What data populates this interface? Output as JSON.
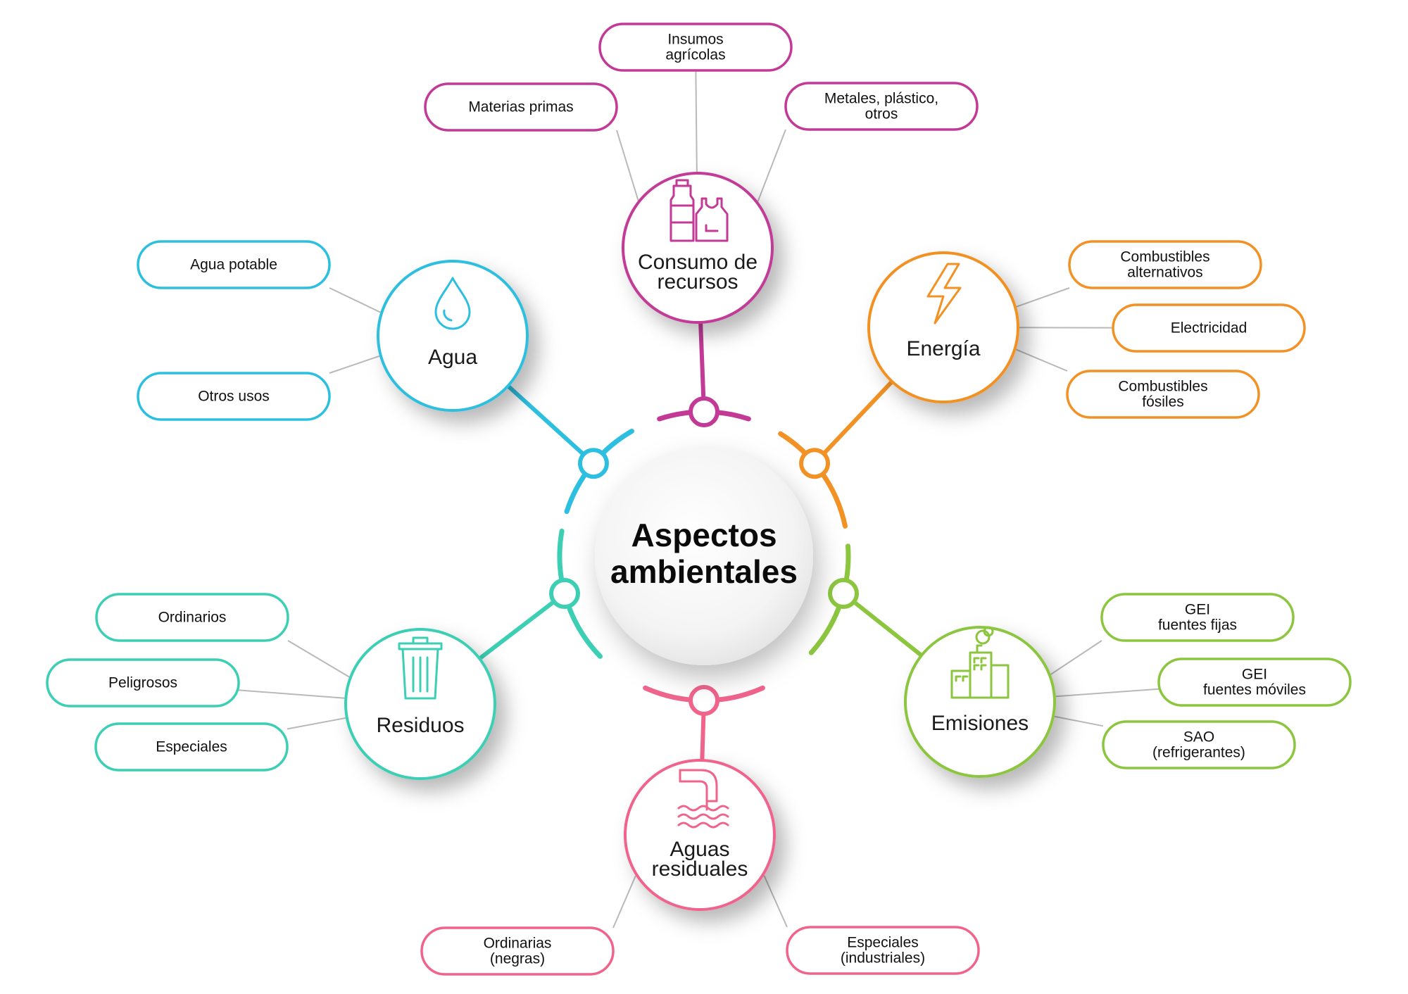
{
  "center": {
    "lines": [
      "Aspectos",
      "ambientales"
    ]
  },
  "categories": [
    {
      "id": "consumo",
      "lines": [
        "Consumo de",
        "recursos"
      ],
      "color": "#c23a96",
      "icon": "bottle-bag-icon",
      "items": [
        {
          "lines": [
            "Materias primas"
          ]
        },
        {
          "lines": [
            "Insumos",
            "agrícolas"
          ]
        },
        {
          "lines": [
            "Metales, plástico,",
            "otros"
          ]
        }
      ]
    },
    {
      "id": "energia",
      "lines": [
        "Energía"
      ],
      "color": "#f29124",
      "icon": "lightning-bolt-icon",
      "items": [
        {
          "lines": [
            "Combustibles",
            "alternativos"
          ]
        },
        {
          "lines": [
            "Electricidad"
          ]
        },
        {
          "lines": [
            "Combustibles",
            "fósiles"
          ]
        }
      ]
    },
    {
      "id": "emisiones",
      "lines": [
        "Emisiones"
      ],
      "color": "#8cc63f",
      "icon": "factory-smoke-icon",
      "items": [
        {
          "lines": [
            "GEI",
            "fuentes fijas"
          ]
        },
        {
          "lines": [
            "GEI",
            "fuentes móviles"
          ]
        },
        {
          "lines": [
            "SAO",
            "(refrigerantes)"
          ]
        }
      ]
    },
    {
      "id": "aguas-residuales",
      "lines": [
        "Aguas",
        "residuales"
      ],
      "color": "#f0648c",
      "icon": "wastewater-pipe-icon",
      "items": [
        {
          "lines": [
            "Ordinarias",
            "(negras)"
          ]
        },
        {
          "lines": [
            "Especiales",
            "(industriales)"
          ]
        }
      ]
    },
    {
      "id": "residuos",
      "lines": [
        "Residuos"
      ],
      "color": "#3ccfb4",
      "icon": "trash-can-icon",
      "items": [
        {
          "lines": [
            "Ordinarios"
          ]
        },
        {
          "lines": [
            "Peligrosos"
          ]
        },
        {
          "lines": [
            "Especiales"
          ]
        }
      ]
    },
    {
      "id": "agua",
      "lines": [
        "Agua"
      ],
      "color": "#2dbfdf",
      "icon": "water-drop-icon",
      "items": [
        {
          "lines": [
            "Agua potable"
          ]
        },
        {
          "lines": [
            "Otros usos"
          ]
        }
      ]
    }
  ]
}
